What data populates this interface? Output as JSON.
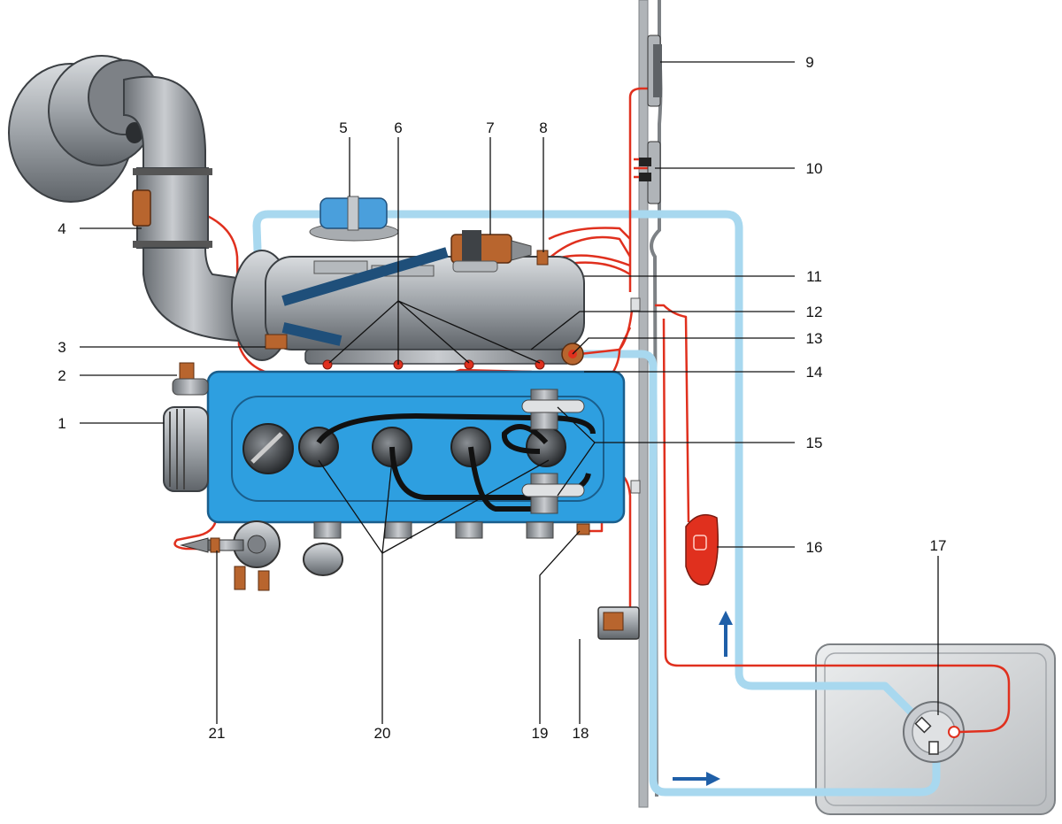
{
  "callouts": {
    "c1": "1",
    "c2": "2",
    "c3": "3",
    "c4": "4",
    "c5": "5",
    "c6": "6",
    "c7": "7",
    "c8": "8",
    "c9": "9",
    "c10": "10",
    "c11": "11",
    "c12": "12",
    "c13": "13",
    "c14": "14",
    "c15": "15",
    "c16": "16",
    "c17": "17",
    "c18": "18",
    "c19": "19",
    "c20": "20",
    "c21": "21"
  },
  "colors": {
    "wire": "#e0301e",
    "fuel_line": "#a8d8ef",
    "engine_cover": "#2e9fe0",
    "metal": "#9aa0a6",
    "connector": "#b8652e",
    "arrow": "#1f5fa8",
    "warning_lamp": "#e0301e",
    "tank": "#d8dadc"
  }
}
